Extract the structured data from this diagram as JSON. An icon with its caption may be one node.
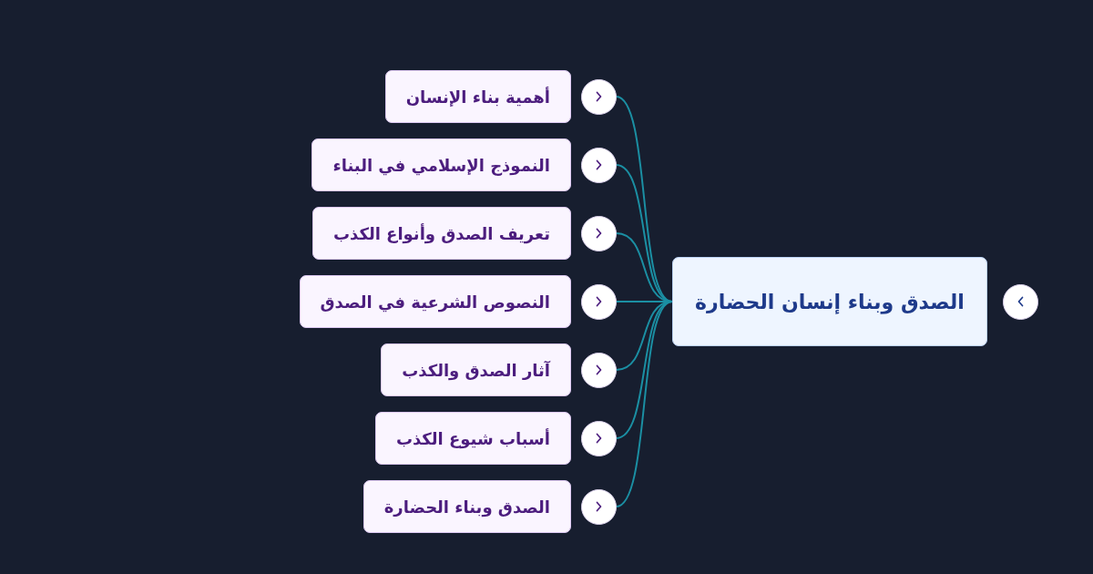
{
  "diagram": {
    "nodes": [
      {
        "text": [
          "الصدق وبناء إنسان الحضارة"
        ]
      },
      {
        "text": [],
        "shape": "circle"
      },
      {
        "text": [
          "أهمية بناء الإنسان"
        ]
      },
      {
        "text": [],
        "shape": "circle"
      },
      {
        "text": [
          "النموذج الإسلامي في البناء"
        ]
      },
      {
        "text": [],
        "shape": "circle"
      },
      {
        "text": [
          "تعريف الصدق وأنواع الكذب"
        ]
      },
      {
        "text": [],
        "shape": "circle"
      },
      {
        "text": [
          "النصوص الشرعية في الصدق"
        ]
      },
      {
        "text": [],
        "shape": "circle"
      },
      {
        "text": [
          "آثار الصدق والكذب"
        ]
      },
      {
        "text": [],
        "shape": "circle"
      },
      {
        "text": [
          "أسباب شيوع الكذب"
        ]
      },
      {
        "text": [],
        "shape": "circle"
      },
      {
        "text": [
          "الصدق وبناء الحضارة"
        ]
      },
      {
        "text": [],
        "shape": "circle"
      }
    ],
    "edges": [
      {
        "from": 0,
        "to": 3,
        "arrow": "none"
      },
      {
        "from": 0,
        "to": 5,
        "arrow": "none"
      },
      {
        "from": 0,
        "to": 7,
        "arrow": "none"
      },
      {
        "from": 0,
        "to": 9,
        "arrow": "none"
      },
      {
        "from": 0,
        "to": 11,
        "arrow": "none"
      },
      {
        "from": 0,
        "to": 13,
        "arrow": "none"
      },
      {
        "from": 0,
        "to": 15,
        "arrow": "none"
      }
    ]
  }
}
